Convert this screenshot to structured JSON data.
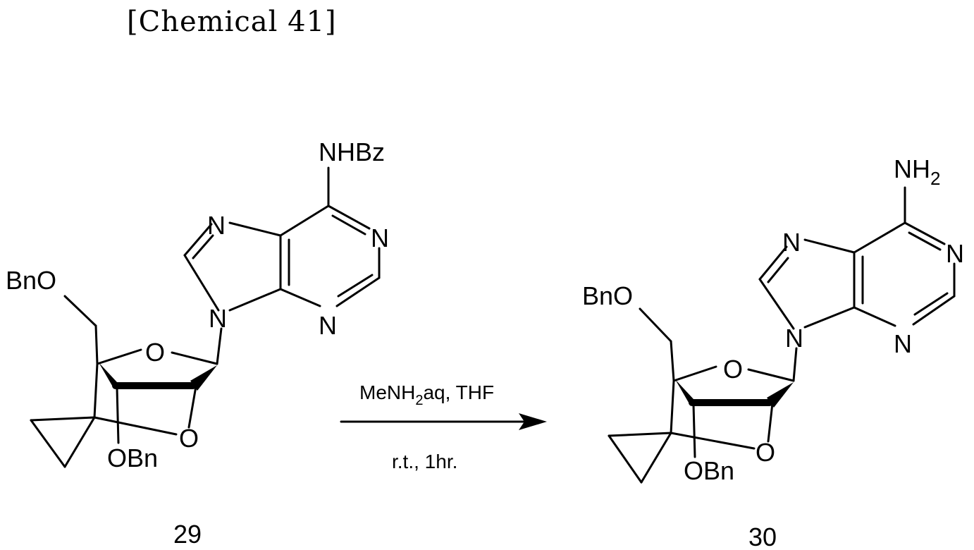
{
  "figure": {
    "caption": "[Chemical 41]"
  },
  "reactant": {
    "compound_number": "29",
    "labels": {
      "amine_substituent": "NHBz",
      "purine_n7": "N",
      "purine_n1": "N",
      "purine_n3": "N",
      "purine_n9": "N",
      "ring_oxygen": "O",
      "bridge_oxygen": "O",
      "benzyloxy_top": "BnO",
      "benzyloxy_bottom": "OBn"
    }
  },
  "product": {
    "compound_number": "30",
    "labels": {
      "amine_substituent_main": "NH",
      "amine_substituent_sub": "2",
      "purine_n7": "N",
      "purine_n1": "N",
      "purine_n3": "N",
      "purine_n9": "N",
      "ring_oxygen": "O",
      "bridge_oxygen": "O",
      "benzyloxy_top": "BnO",
      "benzyloxy_bottom": "OBn"
    }
  },
  "reaction": {
    "reagent_main": "MeNH",
    "reagent_sub": "2",
    "reagent_tail": "aq, THF",
    "conditions": "r.t., 1hr."
  }
}
